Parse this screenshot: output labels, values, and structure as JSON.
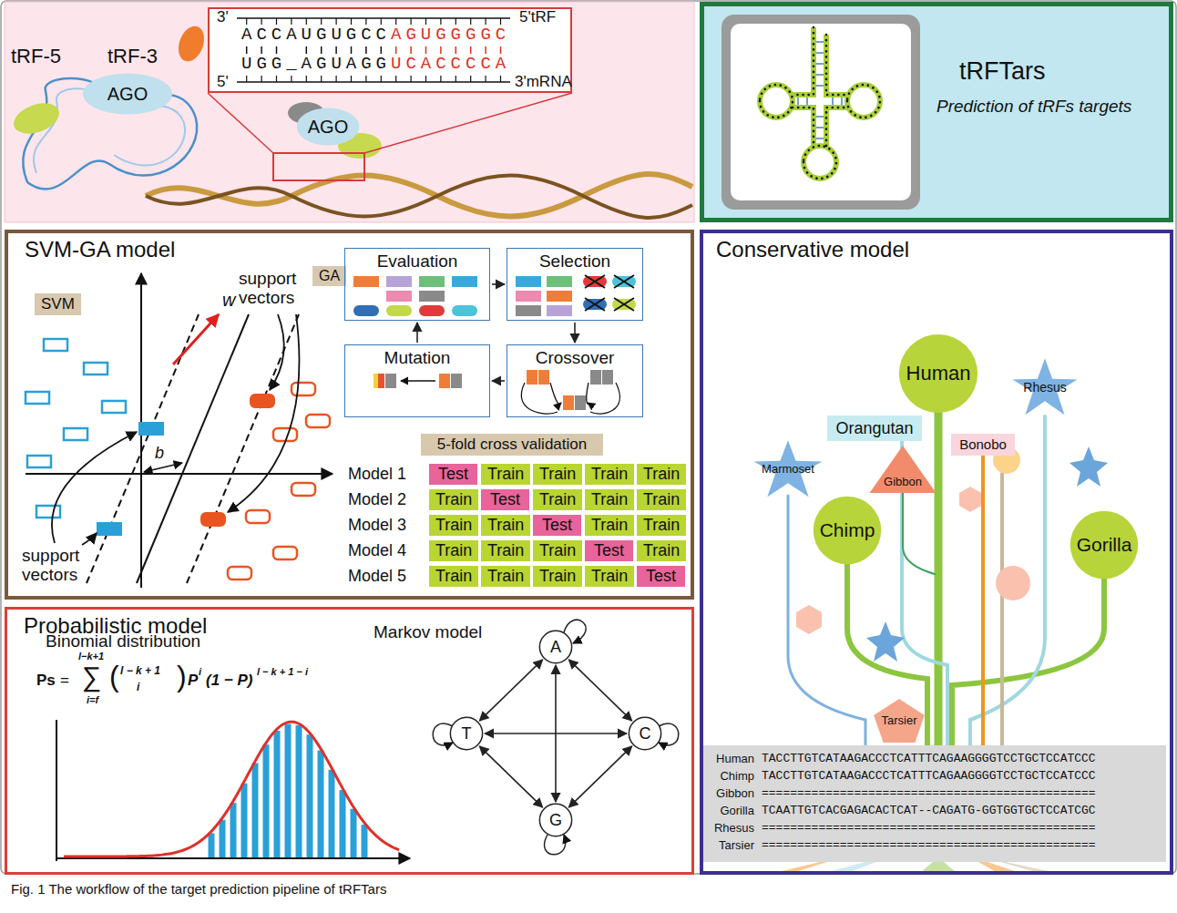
{
  "diagram": {
    "caption": "Fig. 1 The workflow of the target prediction pipeline of tRFTars",
    "nodes": [
      {
        "text": [
          "AGO"
        ]
      },
      {
        "text": [
          "3'",
          "5'tRF",
          "ACCAUGUGCC",
          "AGUGGGGC",
          "5'",
          "UGG_AGUAGG",
          "UCACCCCA",
          "3'mRNA"
        ]
      },
      {
        "text": [
          "AGO"
        ]
      },
      {
        "text": [
          "tRFTars",
          "Prediction of tRFs targets"
        ]
      },
      {
        "text": [
          "SVM-GA model"
        ]
      },
      {
        "text": [
          "GA"
        ],
        "in": 4
      },
      {
        "text": [
          "SVM"
        ],
        "in": 4
      },
      {
        "text": [
          "Evaluation"
        ],
        "in": 4
      },
      {
        "text": [
          "Selection"
        ],
        "in": 4
      },
      {
        "text": [
          "Crossover"
        ],
        "in": 4
      },
      {
        "text": [
          "Mutation"
        ],
        "in": 4
      },
      {
        "text": [
          "5-fold cross validation"
        ],
        "in": 4
      },
      {
        "text": [
          "Test"
        ],
        "in": 4
      },
      {
        "text": [
          "Train"
        ],
        "in": 4
      },
      {
        "text": [
          "Train"
        ],
        "in": 4
      },
      {
        "text": [
          "Train"
        ],
        "in": 4
      },
      {
        "text": [
          "Train"
        ],
        "in": 4
      },
      {
        "text": [
          "Train"
        ],
        "in": 4
      },
      {
        "text": [
          "Test"
        ],
        "in": 4
      },
      {
        "text": [
          "Train"
        ],
        "in": 4
      },
      {
        "text": [
          "Train"
        ],
        "in": 4
      },
      {
        "text": [
          "Train"
        ],
        "in": 4
      },
      {
        "text": [
          "Train"
        ],
        "in": 4
      },
      {
        "text": [
          "Train"
        ],
        "in": 4
      },
      {
        "text": [
          "Test"
        ],
        "in": 4
      },
      {
        "text": [
          "Train"
        ],
        "in": 4
      },
      {
        "text": [
          "Train"
        ],
        "in": 4
      },
      {
        "text": [
          "Train"
        ],
        "in": 4
      },
      {
        "text": [
          "Train"
        ],
        "in": 4
      },
      {
        "text": [
          "Train"
        ],
        "in": 4
      },
      {
        "text": [
          "Test"
        ],
        "in": 4
      },
      {
        "text": [
          "Train"
        ],
        "in": 4
      },
      {
        "text": [
          "Train"
        ],
        "in": 4
      },
      {
        "text": [
          "Train"
        ],
        "in": 4
      },
      {
        "text": [
          "Train"
        ],
        "in": 4
      },
      {
        "text": [
          "Train"
        ],
        "in": 4
      },
      {
        "text": [
          "Test"
        ],
        "in": 4
      },
      {
        "text": [
          "Probabilistic model"
        ]
      },
      {
        "text": [
          "A"
        ],
        "in": 37
      },
      {
        "text": [
          "T"
        ],
        "in": 37
      },
      {
        "text": [
          "C"
        ],
        "in": 37
      },
      {
        "text": [
          "G"
        ],
        "in": 37
      },
      {
        "text": [
          "Conservative model"
        ]
      },
      {
        "text": [
          "Human"
        ],
        "in": 42
      },
      {
        "text": [
          "Rhesus"
        ],
        "in": 42
      },
      {
        "text": [
          "Orangutan"
        ],
        "in": 42
      },
      {
        "text": [
          "Bonobo"
        ],
        "in": 42
      },
      {
        "text": [
          "Marmoset"
        ],
        "in": 42
      },
      {
        "text": [
          "Gibbon"
        ],
        "in": 42
      },
      {
        "text": [
          "Chimp"
        ],
        "in": 42
      },
      {
        "text": [
          "Gorilla"
        ],
        "in": 42
      },
      {
        "text": [
          "Tarsier"
        ],
        "in": 42
      },
      {
        "text": [
          "Human",
          "TACCTTGTCATAAGACCCTCATTTCAGAAGGGGTCCTGCTCCATCCC",
          "Chimp",
          "TACCTTGTCATAAGACCCTCATTTCAGAAGGGGTCCTGCTCCATCCC",
          "Gibbon",
          "===============================================",
          "Gorilla",
          "TCAATTGTCACGAGACACTCAT--CAGATG-GGTGGTGCTCCATCGC",
          "Rhesus",
          "===============================================",
          "Tarsier",
          "==============================================="
        ],
        "in": 42
      }
    ],
    "edges": [
      {
        "from": 7,
        "to": 8,
        "arrow": "to"
      },
      {
        "from": 8,
        "to": 9,
        "arrow": "to"
      },
      {
        "from": 9,
        "to": 10,
        "arrow": "to"
      },
      {
        "from": 10,
        "to": 7,
        "arrow": "to"
      },
      {
        "from": 38,
        "to": 39,
        "arrow": "both"
      },
      {
        "from": 38,
        "to": 40,
        "arrow": "both"
      },
      {
        "from": 38,
        "to": 41,
        "arrow": "both"
      },
      {
        "from": 39,
        "to": 40,
        "arrow": "both"
      },
      {
        "from": 39,
        "to": 41,
        "arrow": "both"
      },
      {
        "from": 40,
        "to": 41,
        "arrow": "both"
      }
    ],
    "labels": [
      "tRF-5",
      "tRF-3",
      "w",
      "b",
      "support vectors",
      "support vectors",
      "Model 1",
      "Model 2",
      "Model 3",
      "Model 4",
      "Model 5",
      "Binomial distribution",
      "Ps",
      "=",
      "l−k+1",
      "∑",
      "i=f",
      "(",
      "l − k + 1",
      "i",
      ")",
      "P",
      "i",
      "(1 − P)",
      "l − k + 1 − i",
      "Markov model"
    ]
  }
}
